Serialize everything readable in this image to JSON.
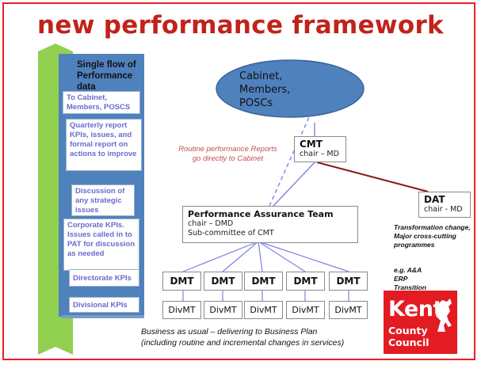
{
  "title": "new performance framework",
  "flow": {
    "heading": "Single flow of Performance data",
    "boxes": [
      "To Cabinet, Members, POSCS",
      "Quarterly report KPIs, issues, and formal report on actions to improve",
      "Discussion of any strategic issues",
      "Corporate KPIs. Issues called in to PAT for discussion as needed",
      "Directorate KPIs",
      "Divisional KPIs"
    ]
  },
  "cabinet": {
    "label": "Cabinet, Members, POSCs"
  },
  "cmt": {
    "title": "CMT",
    "chair": "chair – MD"
  },
  "dat": {
    "title": "DAT",
    "chair": "chair - MD"
  },
  "pat": {
    "title": "Performance Assurance Team",
    "chair": "chair – DMD",
    "sub": "Sub-committee of CMT"
  },
  "routine_note": "Routine performance Reports go directly to Cabinet",
  "dmt_label": "DMT",
  "divmt_label": "DivMT",
  "transformation": {
    "text": "Transformation change, Major cross-cutting programmes",
    "examples": [
      "e.g. A&A",
      "ERP",
      "Transition"
    ]
  },
  "business": {
    "line1": "Business as usual – delivering to Business Plan",
    "line2": "(including routine and incremental changes in services)"
  },
  "logo": {
    "line1": "Kent",
    "line2": "County",
    "line3": "Council"
  },
  "colors": {
    "frame": "#e8202a",
    "title": "#c0231b",
    "flow_bg": "#4f81bd",
    "chevron": "#92d050",
    "ellipse": "#4f81bd",
    "connector": "#7f7fe6",
    "dat_line": "#8b1a1a",
    "logo_bg": "#e31b23"
  }
}
